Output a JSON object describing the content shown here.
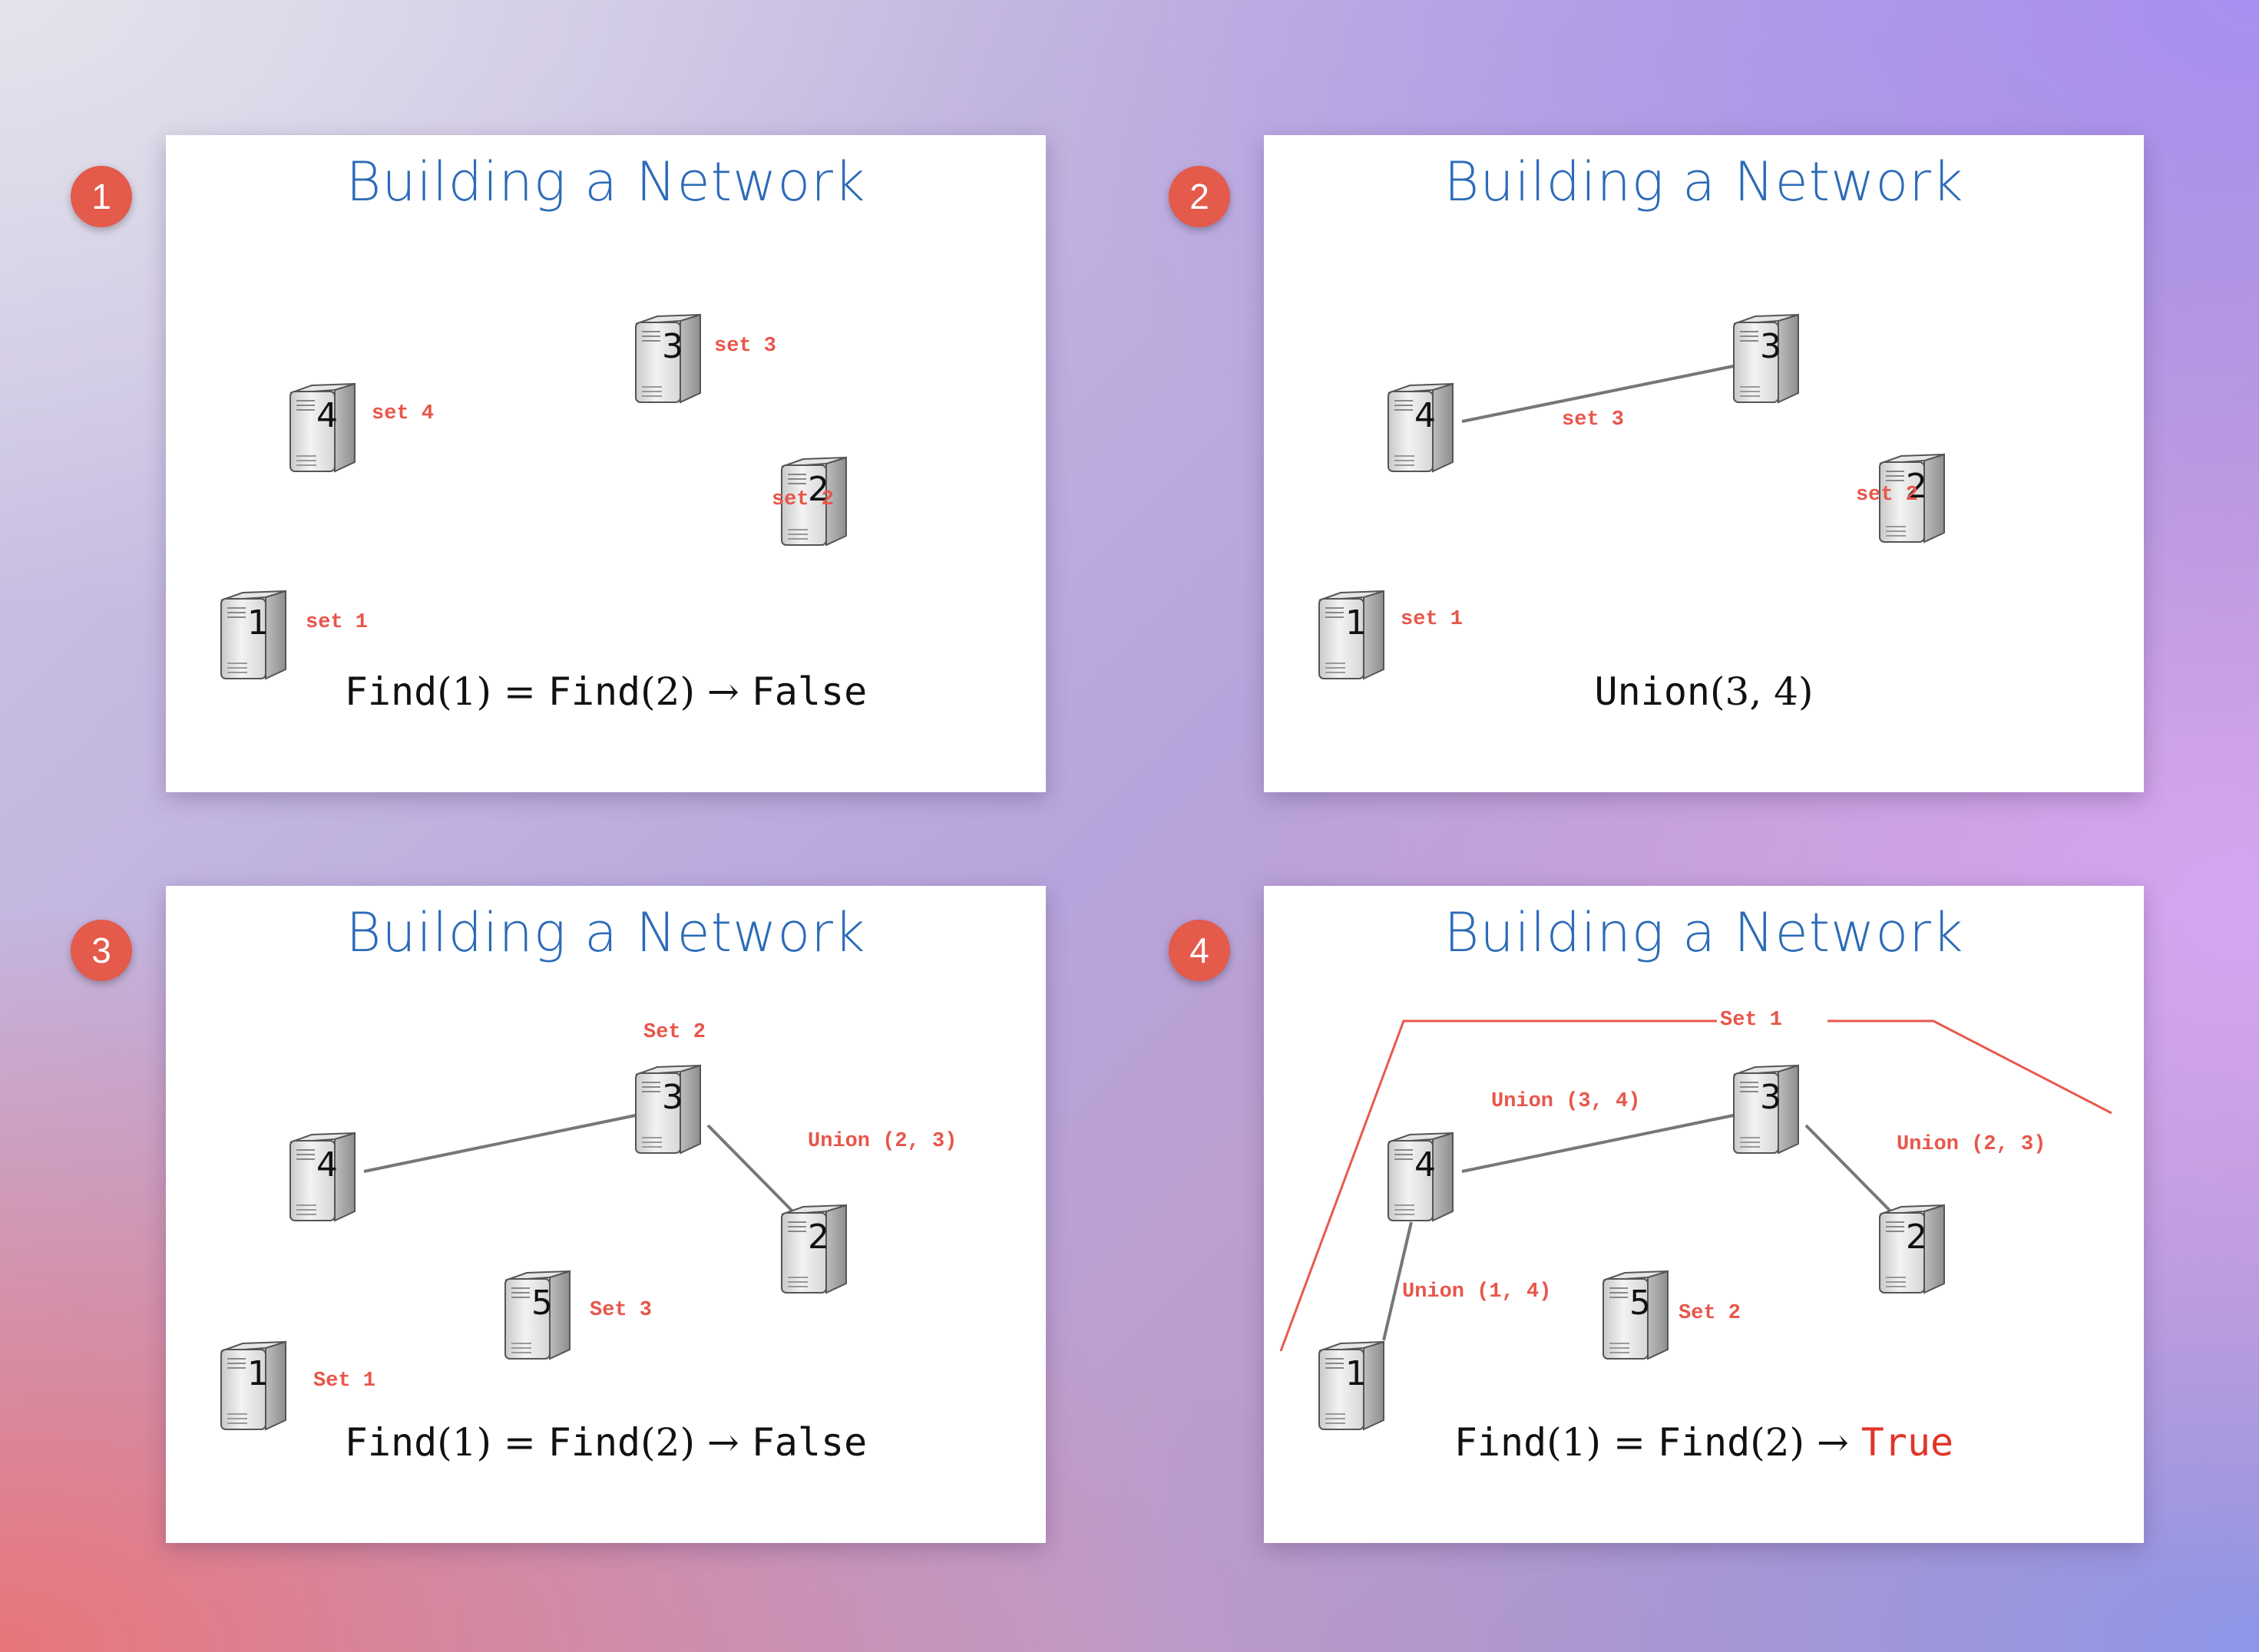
{
  "badges": [
    "1",
    "2",
    "3",
    "4"
  ],
  "title": "Building a Network",
  "panels": [
    {
      "nodes": [
        "4",
        "3",
        "2",
        "1"
      ],
      "labels": [
        "set 4",
        "set 3",
        "set 2",
        "set 1"
      ],
      "formula": {
        "a": "Find",
        "b": "(1)",
        "eq": "=",
        "c": "Find",
        "d": "(2)",
        "arrow": "→",
        "result": "False"
      }
    },
    {
      "nodes": [
        "4",
        "3",
        "2",
        "1"
      ],
      "labels": [
        "set 3",
        "set 2",
        "set 1"
      ],
      "formula": {
        "a": "Union",
        "b": "(3, 4)"
      }
    },
    {
      "nodes": [
        "4",
        "3",
        "2",
        "5",
        "1"
      ],
      "labels": [
        "Set 2",
        "Union (2, 3)",
        "Set 3",
        "Set 1"
      ],
      "formula": {
        "a": "Find",
        "b": "(1)",
        "eq": "=",
        "c": "Find",
        "d": "(2)",
        "arrow": "→",
        "result": "False"
      }
    },
    {
      "nodes": [
        "4",
        "3",
        "2",
        "5",
        "1"
      ],
      "labels": [
        "Set 1",
        "Union (3, 4)",
        "Union (2, 3)",
        "Union (1, 4)",
        "Set 2"
      ],
      "formula": {
        "a": "Find",
        "b": "(1)",
        "eq": "=",
        "c": "Find",
        "d": "(2)",
        "arrow": "→",
        "result": "True"
      }
    }
  ]
}
